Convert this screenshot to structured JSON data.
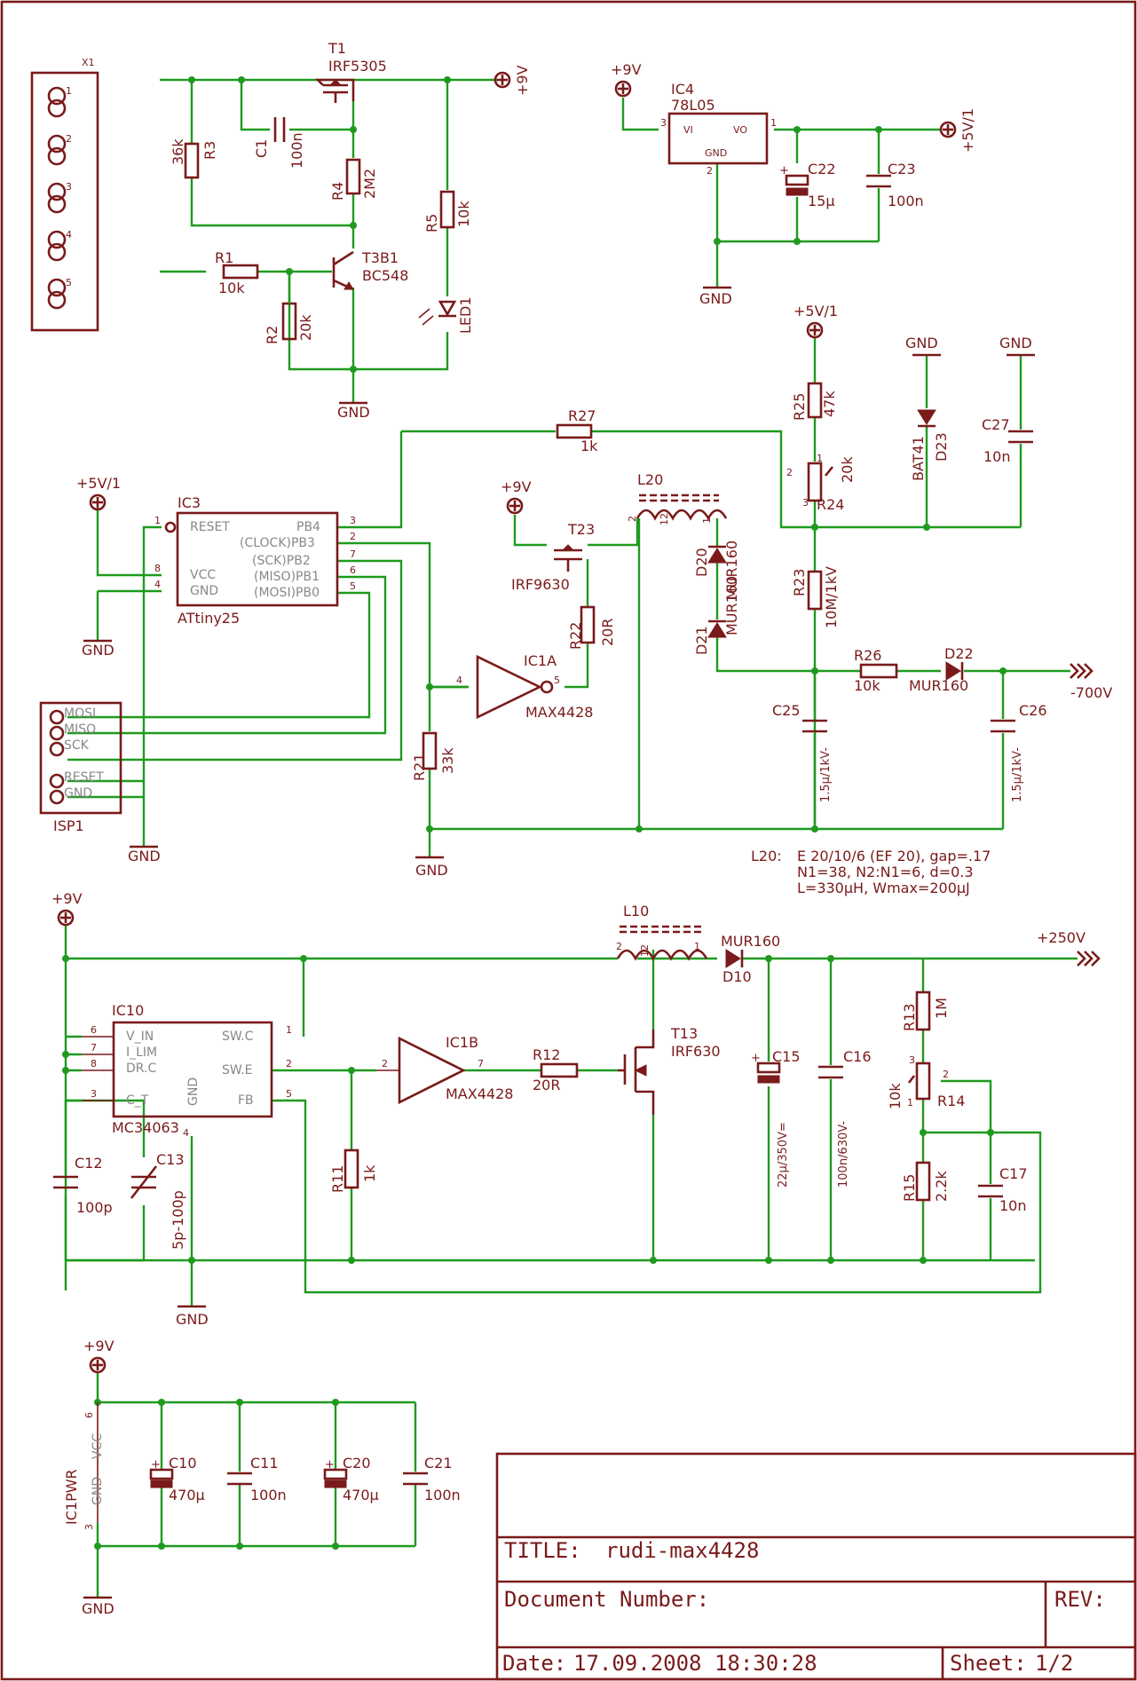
{
  "colors": {
    "wire": "#1f9a1f",
    "symbol": "#7a1a1a",
    "frame": "#7a1a1a"
  },
  "title_block": {
    "title_label": "TITLE:",
    "title": "rudi-max4428",
    "docnum_label": "Document Number:",
    "rev_label": "REV:",
    "date_label": "Date:",
    "date": "17.09.2008 18:30:28",
    "sheet_label": "Sheet:",
    "sheet": "1/2"
  },
  "connector_x1": {
    "name": "X1",
    "pins": [
      "1",
      "2",
      "3",
      "4",
      "5"
    ]
  },
  "transistor_t1": {
    "name": "T1",
    "value": "IRF5305"
  },
  "c1": {
    "name": "C1",
    "value": "100n"
  },
  "r3": {
    "name": "R3",
    "value": "36k"
  },
  "r4": {
    "name": "R4",
    "value": "2M2"
  },
  "r5": {
    "name": "R5",
    "value": "10k"
  },
  "r1": {
    "name": "R1",
    "value": "10k"
  },
  "r2": {
    "name": "R2",
    "value": "20k"
  },
  "t3": {
    "name": "T3B1",
    "value": "BC548"
  },
  "led1": {
    "name": "LED1"
  },
  "supply": {
    "p9v": "+9V",
    "p5v": "+5V/1",
    "gnd": "GND",
    "m700": "-700V",
    "p250": "+250V"
  },
  "ic4": {
    "name": "IC4",
    "value": "78L05",
    "vi": "VI",
    "vo": "VO",
    "gnd": "GND",
    "pin1": "1",
    "pin2": "2",
    "pin3": "3"
  },
  "c22": {
    "name": "C22",
    "value": "15µ"
  },
  "c23": {
    "name": "C23",
    "value": "100n"
  },
  "r25": {
    "name": "R25",
    "value": "47k"
  },
  "r24": {
    "name": "R24",
    "value": "20k"
  },
  "d23": {
    "name": "D23",
    "value": "BAT41"
  },
  "c27": {
    "name": "C27",
    "value": "10n"
  },
  "r27": {
    "name": "R27",
    "value": "1k"
  },
  "ic3": {
    "name": "IC3",
    "value": "ATtiny25",
    "left_pins": [
      {
        "num": "1",
        "label": "RESET"
      },
      {
        "num": "8",
        "label": "VCC"
      },
      {
        "num": "4",
        "label": "GND"
      }
    ],
    "right_pins": [
      {
        "num": "3",
        "label": "PB4"
      },
      {
        "num": "2",
        "label": "(CLOCK)PB3"
      },
      {
        "num": "7",
        "label": "(SCK)PB2"
      },
      {
        "num": "6",
        "label": "(MISO)PB1"
      },
      {
        "num": "5",
        "label": "(MOSI)PB0"
      }
    ]
  },
  "isp1": {
    "name": "ISP1",
    "pins": [
      "MOSI",
      "MISO",
      "SCK",
      "RESET",
      "GND"
    ]
  },
  "t23": {
    "name": "T23",
    "value": "IRF9630"
  },
  "l20": {
    "name": "L20",
    "pin2": "2",
    "pin12": "12",
    "pin1": "1"
  },
  "d20": {
    "name": "D20",
    "value": "MUR160"
  },
  "d21": {
    "name": "D21",
    "value": "MUR160"
  },
  "r22": {
    "name": "R22",
    "value": "20R"
  },
  "ic1a": {
    "name": "IC1A",
    "value": "MAX4428",
    "in_pin": "4",
    "out_pin": "5"
  },
  "r21": {
    "name": "R21",
    "value": "33k"
  },
  "r23": {
    "name": "R23",
    "value": "10M/1kV"
  },
  "r26": {
    "name": "R26",
    "value": "10k"
  },
  "d22": {
    "name": "D22",
    "value": "MUR160"
  },
  "c25": {
    "name": "C25",
    "value": "1.5µ/1kV-"
  },
  "c26": {
    "name": "C26",
    "value": "1.5µ/1kV-"
  },
  "l20_note": {
    "label": "L20:",
    "lines": [
      "E 20/10/6 (EF 20), gap=.17",
      "N1=38, N2:N1=6, d=0.3",
      "L=330µH, Wmax=200µJ"
    ]
  },
  "l10": {
    "name": "L10",
    "pin2": "2",
    "pin12": "12",
    "pin1": "1"
  },
  "d10": {
    "name": "D10",
    "value": "MUR160"
  },
  "ic10": {
    "name": "IC10",
    "value": "MC34063",
    "left_pins": [
      {
        "num": "6",
        "label": "V_IN"
      },
      {
        "num": "7",
        "label": "I_LIM"
      },
      {
        "num": "8",
        "label": "DR.C"
      },
      {
        "num": "3",
        "label": "C_T"
      }
    ],
    "right_pins": [
      {
        "num": "1",
        "label": "SW.C"
      },
      {
        "num": "2",
        "label": "SW.E"
      },
      {
        "num": "5",
        "label": "FB"
      }
    ],
    "gnd": "GND",
    "gnd_pin": "4"
  },
  "ic1b": {
    "name": "IC1B",
    "value": "MAX4428",
    "in_pin": "2",
    "out_pin": "7"
  },
  "r12": {
    "name": "R12",
    "value": "20R"
  },
  "t13": {
    "name": "T13",
    "value": "IRF630"
  },
  "c15": {
    "name": "C15",
    "value": "22µ/350V="
  },
  "c16": {
    "name": "C16",
    "value": "100n/630V-"
  },
  "r13": {
    "name": "R13",
    "value": "1M"
  },
  "r14": {
    "name": "R14",
    "value": "10k",
    "pin1": "1",
    "pin2": "2",
    "pin3": "3"
  },
  "r15": {
    "name": "R15",
    "value": "2.2k"
  },
  "c17": {
    "name": "C17",
    "value": "10n"
  },
  "r11": {
    "name": "R11",
    "value": "1k"
  },
  "c12": {
    "name": "C12",
    "value": "100p"
  },
  "c13": {
    "name": "C13",
    "value": "5p-100p"
  },
  "ic1pwr": {
    "name": "IC1PWR",
    "vcc": "VCC",
    "gnd": "GND",
    "pin_vcc": "6",
    "pin_gnd": "3"
  },
  "c10": {
    "name": "C10",
    "value": "470µ"
  },
  "c11": {
    "name": "C11",
    "value": "100n"
  },
  "c20": {
    "name": "C20",
    "value": "470µ"
  },
  "c21": {
    "name": "C21",
    "value": "100n"
  }
}
